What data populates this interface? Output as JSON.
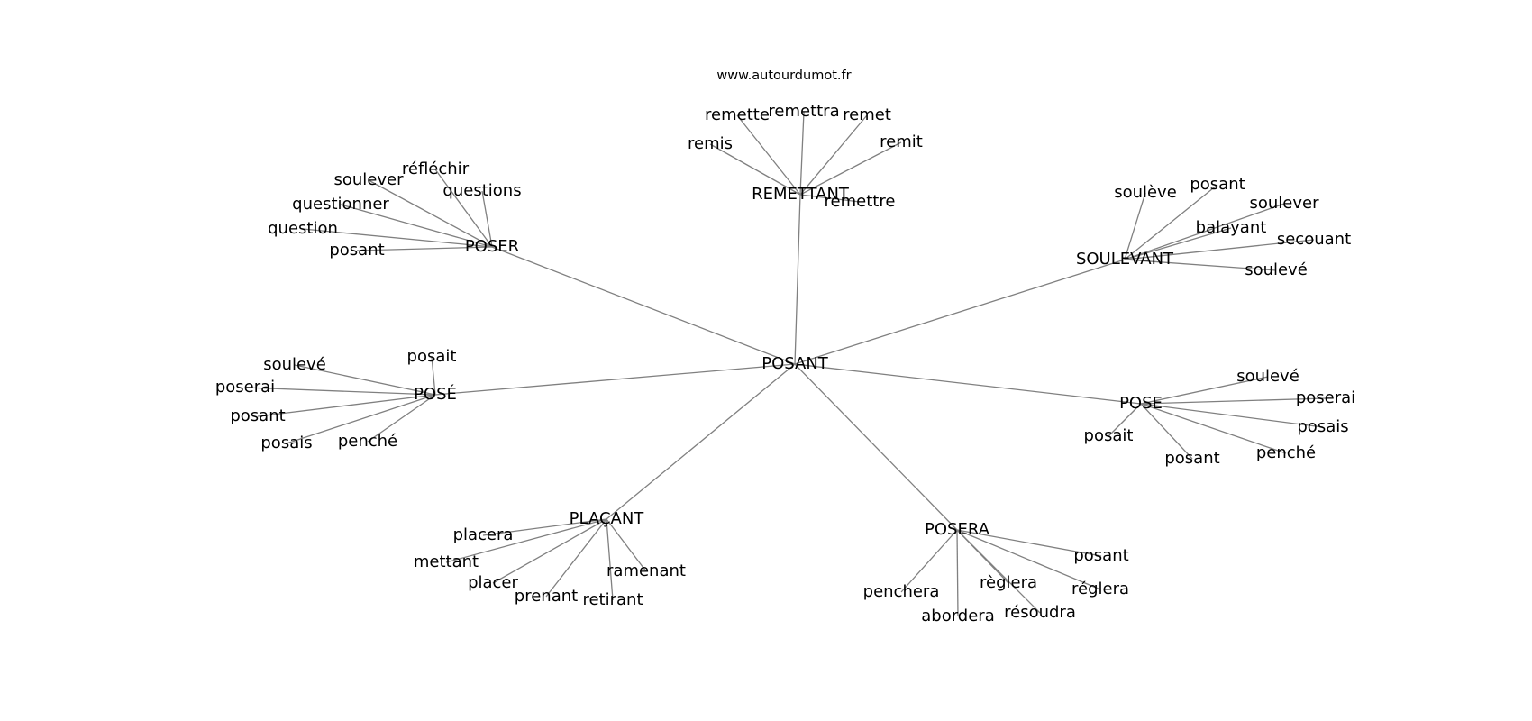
{
  "site": "www.autourdumot.fr",
  "colors": {
    "edge": "#808080",
    "text": "#000000",
    "background": "#ffffff"
  },
  "root": "POSANT",
  "clusters": [
    {
      "id": "remettant",
      "label": "REMETTANT",
      "children": [
        "remette",
        "remettra",
        "remet",
        "remis",
        "remit",
        "remettre"
      ]
    },
    {
      "id": "poser",
      "label": "POSER",
      "children": [
        "réfléchir",
        "soulever",
        "questions",
        "questionner",
        "question",
        "posant"
      ]
    },
    {
      "id": "soulevant",
      "label": "SOULEVANT",
      "children": [
        "soulève",
        "posant",
        "soulever",
        "balayant",
        "secouant",
        "soulevé"
      ]
    },
    {
      "id": "pose-accent",
      "label": "POSÉ",
      "children": [
        "posait",
        "soulevé",
        "poserai",
        "posant",
        "posais",
        "penché"
      ]
    },
    {
      "id": "pose",
      "label": "POSE",
      "children": [
        "soulevé",
        "poserai",
        "posais",
        "posait",
        "posant",
        "penché"
      ]
    },
    {
      "id": "placant",
      "label": "PLAÇANT",
      "children": [
        "placera",
        "mettant",
        "placer",
        "prenant",
        "retirant",
        "ramenant"
      ]
    },
    {
      "id": "posera",
      "label": "POSERA",
      "children": [
        "posant",
        "règlera",
        "réglera",
        "penchera",
        "résoudra",
        "abordera"
      ]
    }
  ]
}
